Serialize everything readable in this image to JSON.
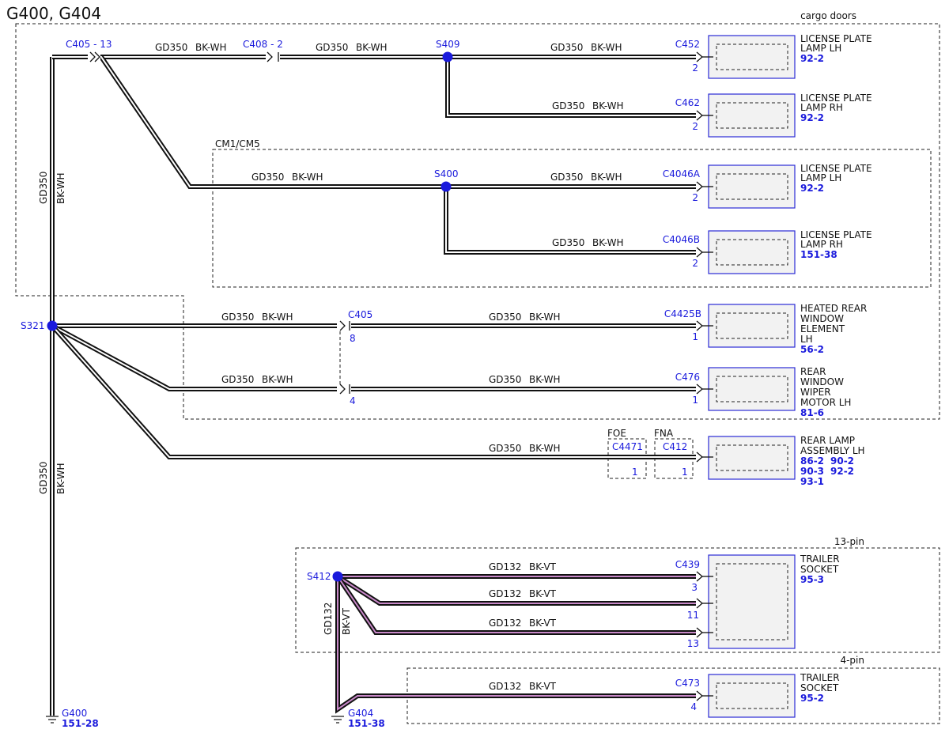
{
  "title": "G400, G404",
  "regions": {
    "cargo_doors": "cargo doors",
    "cm": "CM1/CM5",
    "pin13": "13-pin",
    "pin4": "4-pin"
  },
  "wire": {
    "gd350": "GD350",
    "bkwh": "BK-WH",
    "gd132": "GD132",
    "bkvt": "BK-VT"
  },
  "connectors": {
    "c405_13": "C405 - 13",
    "c408_2": "C408 - 2",
    "c405": "C405",
    "c405_pin8": "8",
    "c405_pin4": "4",
    "c4471": "C4471",
    "c4471_pin": "1",
    "c412": "C412",
    "c412_pin": "1",
    "foe": "FOE",
    "fna": "FNA"
  },
  "splices": {
    "s409": "S409",
    "s400": "S400",
    "s321": "S321",
    "s412": "S412"
  },
  "components": [
    {
      "conn": "C452",
      "pin": "2",
      "name1": "LICENSE PLATE",
      "name2": "LAMP LH",
      "refs": [
        "92-2"
      ]
    },
    {
      "conn": "C462",
      "pin": "2",
      "name1": "LICENSE PLATE",
      "name2": "LAMP RH",
      "refs": [
        "92-2"
      ]
    },
    {
      "conn": "C4046A",
      "pin": "2",
      "name1": "LICENSE PLATE",
      "name2": "LAMP LH",
      "refs": [
        "92-2"
      ]
    },
    {
      "conn": "C4046B",
      "pin": "2",
      "name1": "LICENSE PLATE",
      "name2": "LAMP RH",
      "refs": [
        "151-38"
      ]
    },
    {
      "conn": "C4425B",
      "pin": "1",
      "name1": "HEATED REAR",
      "name2": "WINDOW",
      "name3": "ELEMENT",
      "name4": "LH",
      "refs": [
        "56-2"
      ]
    },
    {
      "conn": "C476",
      "pin": "1",
      "name1": "REAR",
      "name2": "WINDOW",
      "name3": "WIPER",
      "name4": "MOTOR LH",
      "refs": [
        "81-6"
      ]
    },
    {
      "conn": "",
      "pin": "",
      "name1": "REAR LAMP",
      "name2": "ASSEMBLY LH",
      "refs": [
        "86-2",
        "90-2",
        "90-3",
        "92-2",
        "93-1"
      ]
    },
    {
      "conn": "C439",
      "pins": [
        "3",
        "11",
        "13"
      ],
      "name1": "TRAILER",
      "name2": "SOCKET",
      "refs": [
        "95-3"
      ]
    },
    {
      "conn": "C473",
      "pin": "4",
      "name1": "TRAILER",
      "name2": "SOCKET",
      "refs": [
        "95-2"
      ]
    }
  ],
  "grounds": [
    {
      "name": "G400",
      "ref": "151-28"
    },
    {
      "name": "G404",
      "ref": "151-38"
    }
  ]
}
